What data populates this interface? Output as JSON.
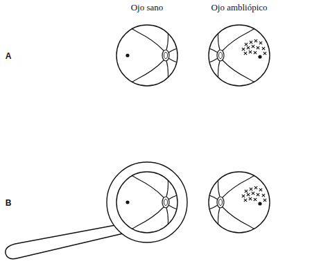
{
  "diagram": {
    "labels": [
      "Ojo sano",
      "Ojo ambliópico",
      "A",
      "B"
    ]
  }
}
